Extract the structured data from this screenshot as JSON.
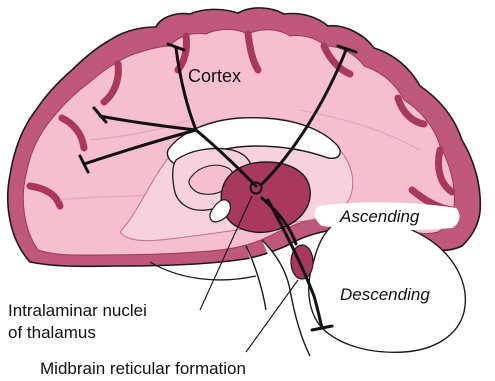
{
  "labels": {
    "cortex": "Cortex",
    "ascending": "Ascending",
    "descending": "Descending",
    "intralaminar_line1": "Intralaminar nuclei",
    "intralaminar_line2": "of thalamus",
    "midbrain": "Midbrain reticular formation"
  },
  "colors": {
    "gray_matter": "#c0577c",
    "cortex_fill": "#f5bfd0",
    "white_matter": "#f7d2de",
    "nucleus": "#a8385c",
    "nucleus_light": "#d98aa6",
    "outline": "#1b1b1b",
    "pathway": "#111111"
  }
}
